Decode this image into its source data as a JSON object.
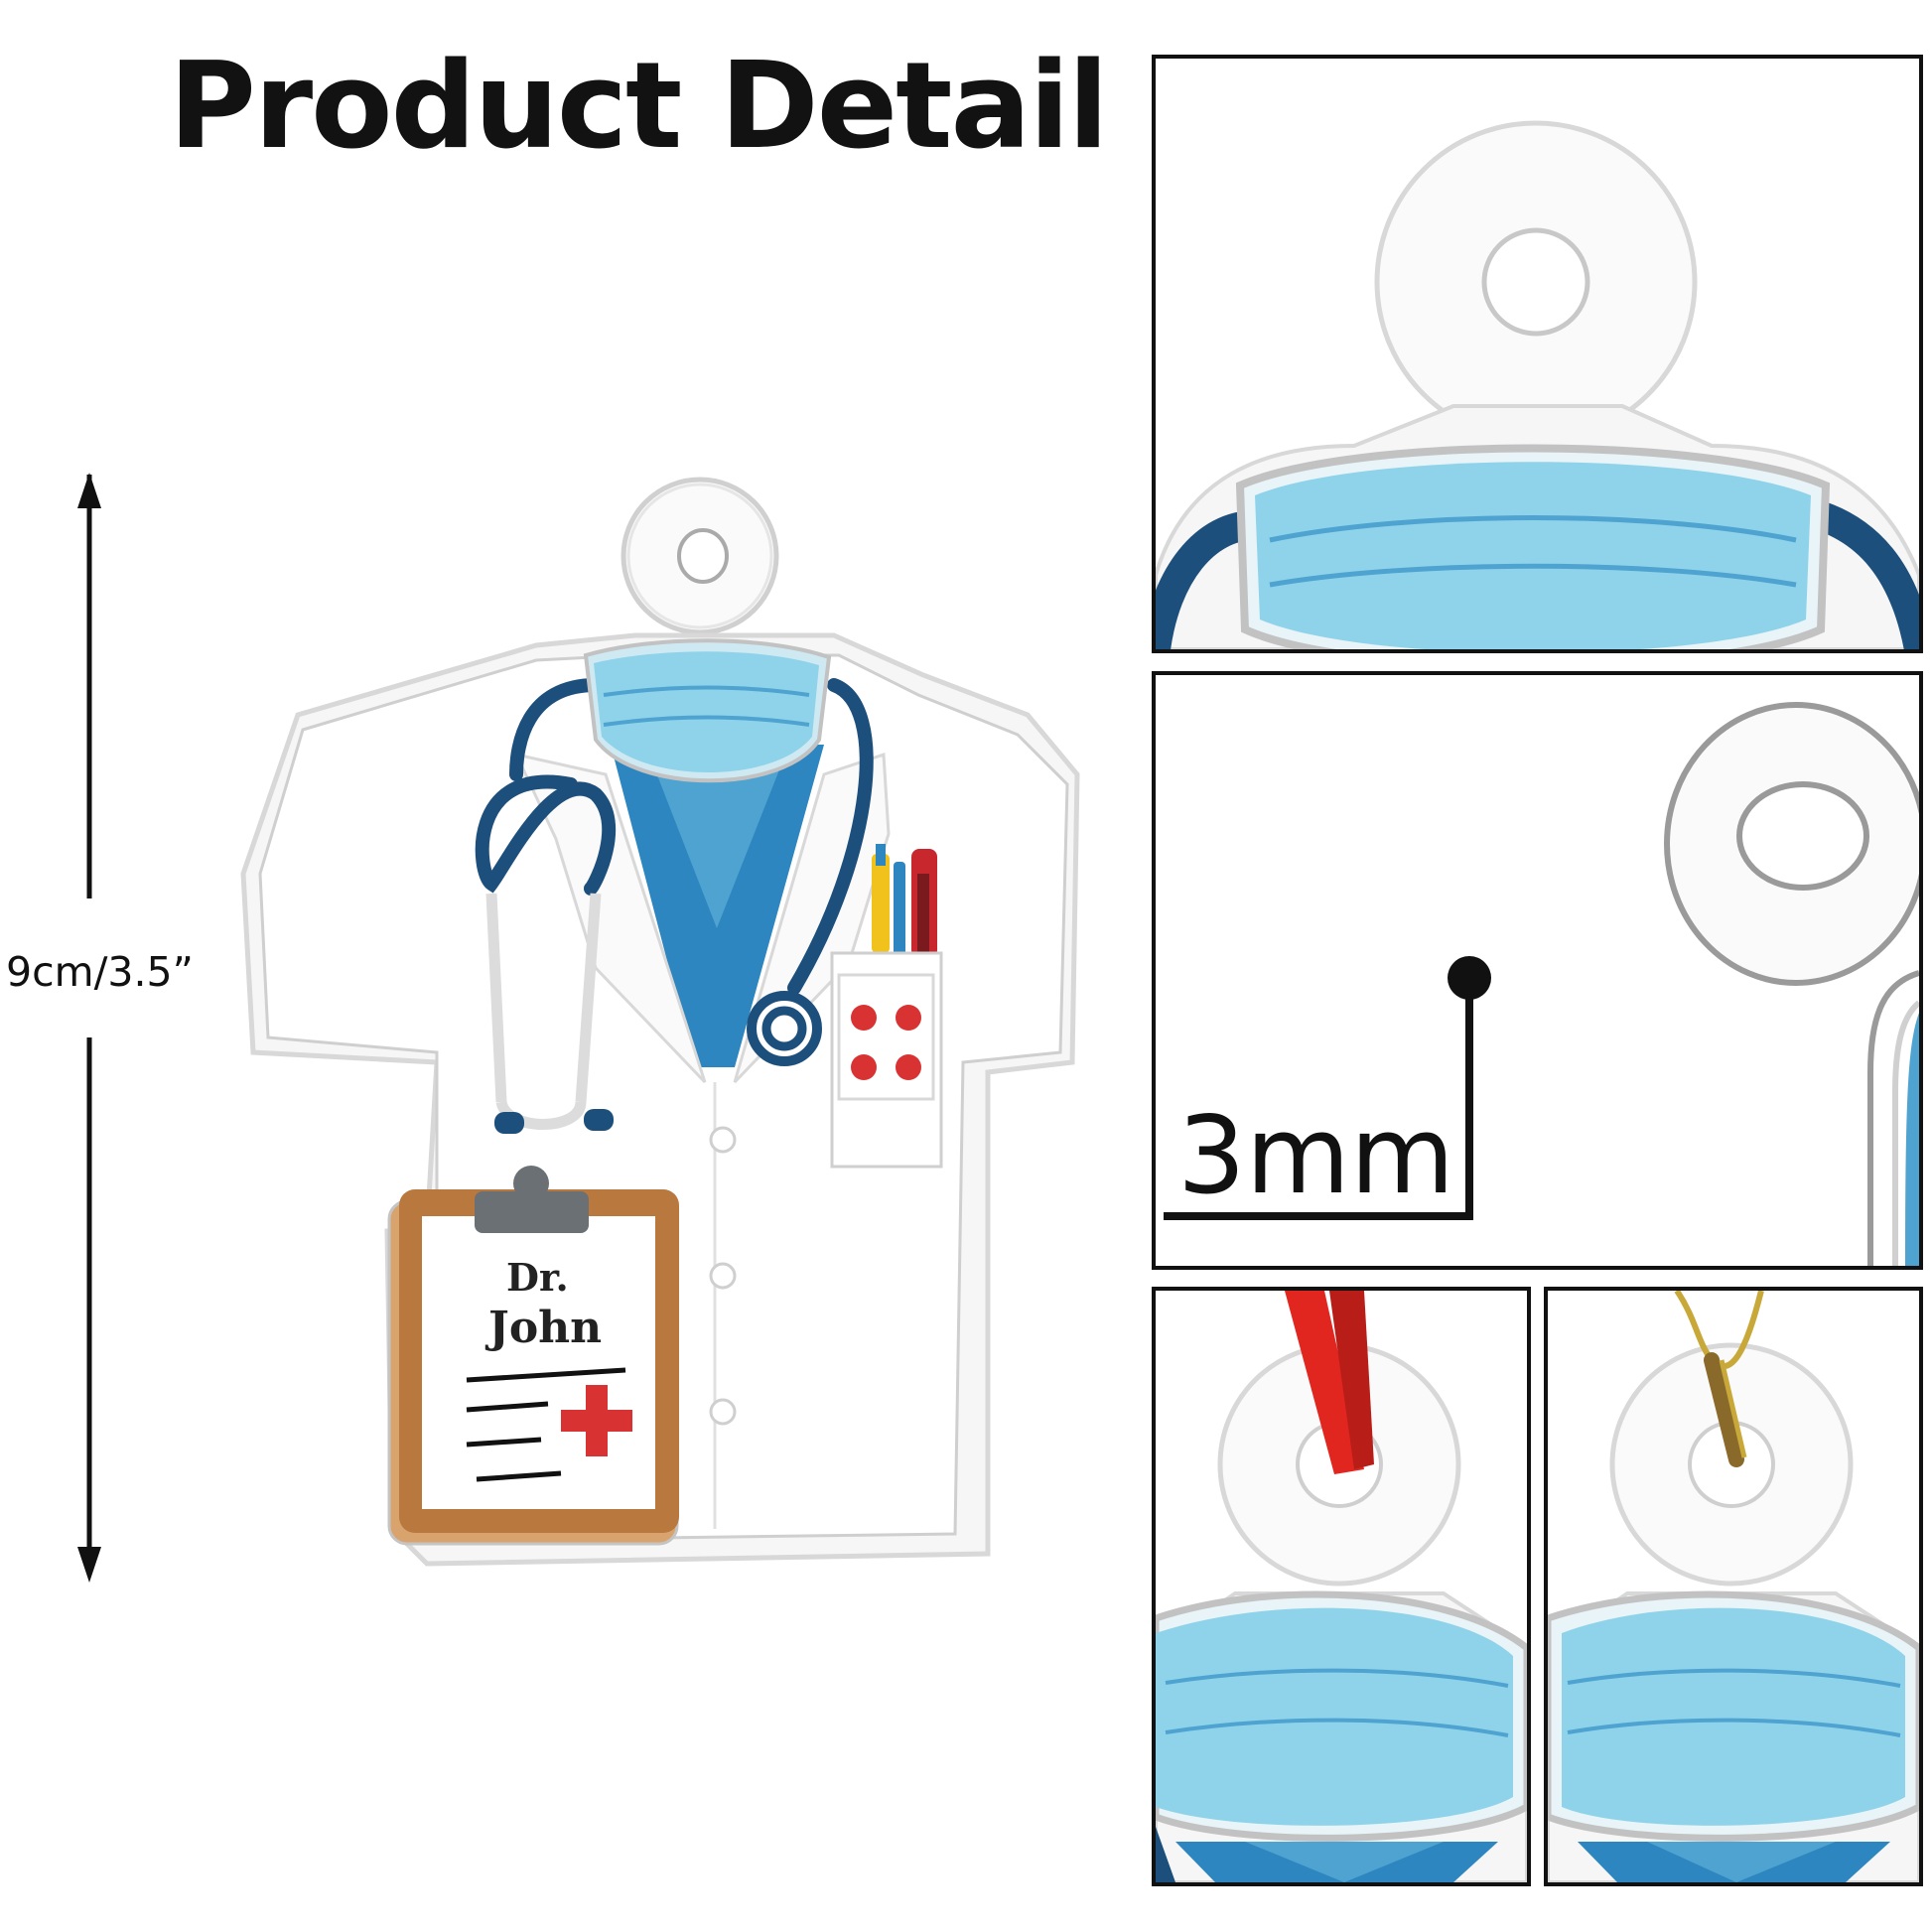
{
  "header": {
    "title": "Product Detail"
  },
  "dimensions": {
    "height_label": "9cm/3.5”",
    "thickness_label": "3mm"
  },
  "product": {
    "name_line1": "Dr.",
    "name_line2": "John"
  },
  "colors": {
    "mask": "#8fd3ea",
    "scrubs": "#2d86bf",
    "stethoscope": "#1d4f7c",
    "clipboard": "#b8783e",
    "cross": "#d93232",
    "ribbon": "#e0261f",
    "gold_cord": "#c9a83a"
  },
  "icons": [
    "arrow-up-icon",
    "arrow-down-icon",
    "stethoscope-icon",
    "medical-cross-icon",
    "pen-icon"
  ]
}
